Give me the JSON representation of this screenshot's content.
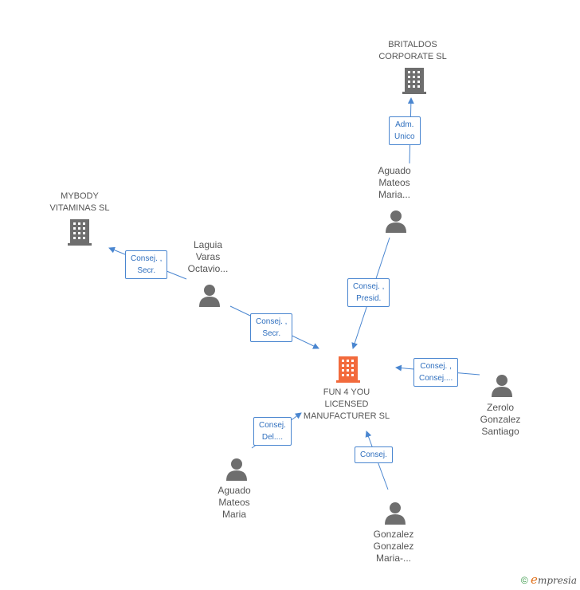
{
  "nodes": {
    "britaldos": {
      "lines": [
        "BRITALDOS",
        "CORPORATE SL"
      ]
    },
    "mybody": {
      "lines": [
        "MYBODY",
        "VITAMINAS SL"
      ]
    },
    "fun4you": {
      "lines": [
        "FUN 4 YOU",
        "LICENSED",
        "MANUFACTURER SL"
      ]
    },
    "aguado_maria_trunc": {
      "lines": [
        "Aguado",
        "Mateos",
        "Maria..."
      ]
    },
    "laguia": {
      "lines": [
        "Laguia",
        "Varas",
        "Octavio..."
      ]
    },
    "zerolo": {
      "lines": [
        "Zerolo",
        "Gonzalez",
        "Santiago"
      ]
    },
    "aguado_maria": {
      "lines": [
        "Aguado",
        "Mateos",
        "Maria"
      ]
    },
    "gonzalez": {
      "lines": [
        "Gonzalez",
        "Gonzalez",
        "Maria-..."
      ]
    }
  },
  "roles": {
    "adm_unico": [
      "Adm.",
      "Unico"
    ],
    "laguia_mybody": [
      "Consej. ,",
      "Secr."
    ],
    "laguia_fun": [
      "Consej. ,",
      "Secr."
    ],
    "aguado_fun": [
      "Consej. ,",
      "Presid."
    ],
    "zerolo_fun": [
      "Consej. ,",
      "Consej...."
    ],
    "aguadom_fun": [
      "Consej.",
      "Del...."
    ],
    "gonzalez_fun": [
      "Consej."
    ]
  },
  "colors": {
    "main_company": "#f26a3c",
    "company": "#6e6e6e",
    "person": "#6e6e6e",
    "edge": "#4a86d0"
  },
  "footer": {
    "copyright": "©",
    "brand_initial": "e",
    "brand_rest": "mpresia"
  }
}
